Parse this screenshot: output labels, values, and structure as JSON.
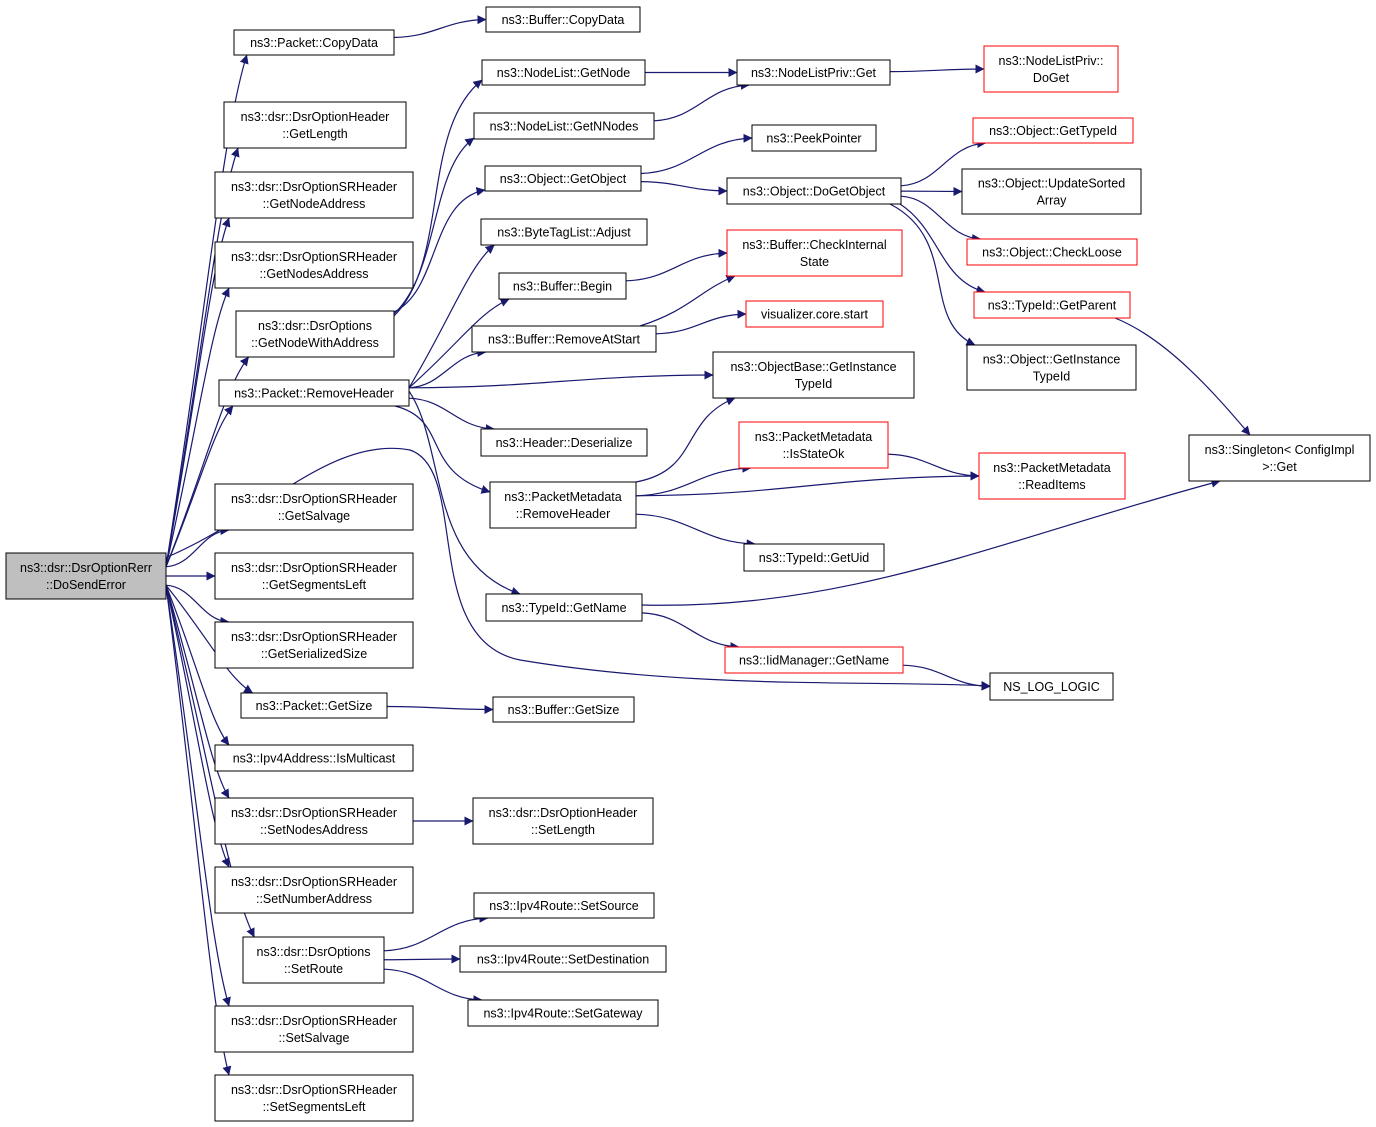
{
  "colors": {
    "edge": "#191970",
    "border_normal": "#000000",
    "border_truncated": "#ff0000",
    "root_fill": "#bfbfbf",
    "node_fill": "#ffffff"
  },
  "nodes": [
    {
      "id": "root",
      "lines": [
        "ns3::dsr::DsrOptionRerr",
        "::DoSendError"
      ],
      "style": "root"
    },
    {
      "id": "packet_copydata",
      "lines": [
        "ns3::Packet::CopyData"
      ],
      "style": "normal"
    },
    {
      "id": "buffer_copydata",
      "lines": [
        "ns3::Buffer::CopyData"
      ],
      "style": "normal"
    },
    {
      "id": "dsroptionheader_getlength",
      "lines": [
        "ns3::dsr::DsrOptionHeader",
        "::GetLength"
      ],
      "style": "normal"
    },
    {
      "id": "srheader_getnodeaddress",
      "lines": [
        "ns3::dsr::DsrOptionSRHeader",
        "::GetNodeAddress"
      ],
      "style": "normal"
    },
    {
      "id": "srheader_getnodesaddress",
      "lines": [
        "ns3::dsr::DsrOptionSRHeader",
        "::GetNodesAddress"
      ],
      "style": "normal"
    },
    {
      "id": "dsroptions_getnodewithaddress",
      "lines": [
        "ns3::dsr::DsrOptions",
        "::GetNodeWithAddress"
      ],
      "style": "normal"
    },
    {
      "id": "packet_removeheader",
      "lines": [
        "ns3::Packet::RemoveHeader"
      ],
      "style": "normal"
    },
    {
      "id": "srheader_getsalvage",
      "lines": [
        "ns3::dsr::DsrOptionSRHeader",
        "::GetSalvage"
      ],
      "style": "normal"
    },
    {
      "id": "srheader_getsegmentsleft",
      "lines": [
        "ns3::dsr::DsrOptionSRHeader",
        "::GetSegmentsLeft"
      ],
      "style": "normal"
    },
    {
      "id": "srheader_getserializedsize",
      "lines": [
        "ns3::dsr::DsrOptionSRHeader",
        "::GetSerializedSize"
      ],
      "style": "normal"
    },
    {
      "id": "packet_getsize",
      "lines": [
        "ns3::Packet::GetSize"
      ],
      "style": "normal"
    },
    {
      "id": "buffer_getsize",
      "lines": [
        "ns3::Buffer::GetSize"
      ],
      "style": "normal"
    },
    {
      "id": "ipv4address_ismulticast",
      "lines": [
        "ns3::Ipv4Address::IsMulticast"
      ],
      "style": "normal"
    },
    {
      "id": "srheader_setnodesaddress",
      "lines": [
        "ns3::dsr::DsrOptionSRHeader",
        "::SetNodesAddress"
      ],
      "style": "normal"
    },
    {
      "id": "dsroptionheader_setlength",
      "lines": [
        "ns3::dsr::DsrOptionHeader",
        "::SetLength"
      ],
      "style": "normal"
    },
    {
      "id": "srheader_setnumberaddress",
      "lines": [
        "ns3::dsr::DsrOptionSRHeader",
        "::SetNumberAddress"
      ],
      "style": "normal"
    },
    {
      "id": "dsroptions_setroute",
      "lines": [
        "ns3::dsr::DsrOptions",
        "::SetRoute"
      ],
      "style": "normal"
    },
    {
      "id": "ipv4route_setsource",
      "lines": [
        "ns3::Ipv4Route::SetSource"
      ],
      "style": "normal"
    },
    {
      "id": "ipv4route_setdestination",
      "lines": [
        "ns3::Ipv4Route::SetDestination"
      ],
      "style": "normal"
    },
    {
      "id": "ipv4route_setgateway",
      "lines": [
        "ns3::Ipv4Route::SetGateway"
      ],
      "style": "normal"
    },
    {
      "id": "srheader_setsalvage",
      "lines": [
        "ns3::dsr::DsrOptionSRHeader",
        "::SetSalvage"
      ],
      "style": "normal"
    },
    {
      "id": "srheader_setsegmentsleft",
      "lines": [
        "ns3::dsr::DsrOptionSRHeader",
        "::SetSegmentsLeft"
      ],
      "style": "normal"
    },
    {
      "id": "nodelist_getnode",
      "lines": [
        "ns3::NodeList::GetNode"
      ],
      "style": "normal"
    },
    {
      "id": "nodelist_getnnodes",
      "lines": [
        "ns3::NodeList::GetNNodes"
      ],
      "style": "normal"
    },
    {
      "id": "nodelistpriv_get",
      "lines": [
        "ns3::NodeListPriv::Get"
      ],
      "style": "normal"
    },
    {
      "id": "nodelistpriv_doget",
      "lines": [
        "ns3::NodeListPriv::",
        "DoGet"
      ],
      "style": "truncated"
    },
    {
      "id": "object_getobject",
      "lines": [
        "ns3::Object::GetObject"
      ],
      "style": "normal"
    },
    {
      "id": "peekpointer",
      "lines": [
        "ns3::PeekPointer"
      ],
      "style": "normal"
    },
    {
      "id": "object_dogetobject",
      "lines": [
        "ns3::Object::DoGetObject"
      ],
      "style": "normal"
    },
    {
      "id": "object_gettypeid",
      "lines": [
        "ns3::Object::GetTypeId"
      ],
      "style": "truncated"
    },
    {
      "id": "object_updatesortedarray",
      "lines": [
        "ns3::Object::UpdateSorted",
        "Array"
      ],
      "style": "normal"
    },
    {
      "id": "object_checkloose",
      "lines": [
        "ns3::Object::CheckLoose"
      ],
      "style": "truncated"
    },
    {
      "id": "typeid_getparent",
      "lines": [
        "ns3::TypeId::GetParent"
      ],
      "style": "truncated"
    },
    {
      "id": "object_getinstancetypeid",
      "lines": [
        "ns3::Object::GetInstance",
        "TypeId"
      ],
      "style": "normal"
    },
    {
      "id": "bytetaglist_adjust",
      "lines": [
        "ns3::ByteTagList::Adjust"
      ],
      "style": "normal"
    },
    {
      "id": "buffer_begin",
      "lines": [
        "ns3::Buffer::Begin"
      ],
      "style": "normal"
    },
    {
      "id": "buffer_checkinternalstate",
      "lines": [
        "ns3::Buffer::CheckInternal",
        "State"
      ],
      "style": "truncated"
    },
    {
      "id": "buffer_removeatstart",
      "lines": [
        "ns3::Buffer::RemoveAtStart"
      ],
      "style": "normal"
    },
    {
      "id": "visualizer_core_start",
      "lines": [
        "visualizer.core.start"
      ],
      "style": "truncated"
    },
    {
      "id": "objectbase_getinstancetypeid",
      "lines": [
        "ns3::ObjectBase::GetInstance",
        "TypeId"
      ],
      "style": "normal"
    },
    {
      "id": "header_deserialize",
      "lines": [
        "ns3::Header::Deserialize"
      ],
      "style": "normal"
    },
    {
      "id": "packetmetadata_isstateok",
      "lines": [
        "ns3::PacketMetadata",
        "::IsStateOk"
      ],
      "style": "truncated"
    },
    {
      "id": "packetmetadata_readitems",
      "lines": [
        "ns3::PacketMetadata",
        "::ReadItems"
      ],
      "style": "truncated"
    },
    {
      "id": "packetmetadata_removeheader",
      "lines": [
        "ns3::PacketMetadata",
        "::RemoveHeader"
      ],
      "style": "normal"
    },
    {
      "id": "typeid_getuid",
      "lines": [
        "ns3::TypeId::GetUid"
      ],
      "style": "normal"
    },
    {
      "id": "singleton_get",
      "lines": [
        "ns3::Singleton< ConfigImpl",
        " >::Get"
      ],
      "style": "normal"
    },
    {
      "id": "typeid_getname",
      "lines": [
        "ns3::TypeId::GetName"
      ],
      "style": "normal"
    },
    {
      "id": "iidmanager_getname",
      "lines": [
        "ns3::IidManager::GetName"
      ],
      "style": "truncated"
    },
    {
      "id": "ns_log_logic",
      "lines": [
        "NS_LOG_LOGIC"
      ],
      "style": "normal"
    }
  ],
  "edges": [
    [
      "root",
      "packet_copydata"
    ],
    [
      "root",
      "dsroptionheader_getlength"
    ],
    [
      "root",
      "srheader_getnodeaddress"
    ],
    [
      "root",
      "srheader_getnodesaddress"
    ],
    [
      "root",
      "dsroptions_getnodewithaddress"
    ],
    [
      "root",
      "packet_removeheader"
    ],
    [
      "root",
      "ns_log_logic"
    ],
    [
      "root",
      "srheader_getsalvage"
    ],
    [
      "root",
      "srheader_getsegmentsleft"
    ],
    [
      "root",
      "srheader_getserializedsize"
    ],
    [
      "root",
      "packet_getsize"
    ],
    [
      "root",
      "ipv4address_ismulticast"
    ],
    [
      "root",
      "srheader_setnodesaddress"
    ],
    [
      "root",
      "srheader_setnumberaddress"
    ],
    [
      "root",
      "dsroptions_setroute"
    ],
    [
      "root",
      "srheader_setsalvage"
    ],
    [
      "root",
      "srheader_setsegmentsleft"
    ],
    [
      "packet_copydata",
      "buffer_copydata"
    ],
    [
      "dsroptions_getnodewithaddress",
      "nodelist_getnode"
    ],
    [
      "dsroptions_getnodewithaddress",
      "nodelist_getnnodes"
    ],
    [
      "dsroptions_getnodewithaddress",
      "object_getobject"
    ],
    [
      "nodelist_getnode",
      "nodelistpriv_get"
    ],
    [
      "nodelist_getnnodes",
      "nodelistpriv_get"
    ],
    [
      "nodelistpriv_get",
      "nodelistpriv_doget"
    ],
    [
      "object_getobject",
      "peekpointer"
    ],
    [
      "object_getobject",
      "object_dogetobject"
    ],
    [
      "object_dogetobject",
      "object_gettypeid"
    ],
    [
      "object_dogetobject",
      "object_updatesortedarray"
    ],
    [
      "object_dogetobject",
      "object_checkloose"
    ],
    [
      "object_dogetobject",
      "typeid_getparent"
    ],
    [
      "object_dogetobject",
      "object_getinstancetypeid"
    ],
    [
      "typeid_getparent",
      "singleton_get"
    ],
    [
      "packet_removeheader",
      "bytetaglist_adjust"
    ],
    [
      "packet_removeheader",
      "buffer_begin"
    ],
    [
      "packet_removeheader",
      "buffer_removeatstart"
    ],
    [
      "packet_removeheader",
      "objectbase_getinstancetypeid"
    ],
    [
      "packet_removeheader",
      "header_deserialize"
    ],
    [
      "packet_removeheader",
      "packetmetadata_removeheader"
    ],
    [
      "packet_removeheader",
      "typeid_getname"
    ],
    [
      "buffer_begin",
      "buffer_checkinternalstate"
    ],
    [
      "buffer_removeatstart",
      "buffer_checkinternalstate"
    ],
    [
      "buffer_removeatstart",
      "visualizer_core_start"
    ],
    [
      "packetmetadata_removeheader",
      "objectbase_getinstancetypeid"
    ],
    [
      "packetmetadata_removeheader",
      "packetmetadata_isstateok"
    ],
    [
      "packetmetadata_removeheader",
      "packetmetadata_readitems"
    ],
    [
      "packetmetadata_removeheader",
      "typeid_getuid"
    ],
    [
      "packetmetadata_isstateok",
      "packetmetadata_readitems"
    ],
    [
      "typeid_getname",
      "singleton_get"
    ],
    [
      "typeid_getname",
      "iidmanager_getname"
    ],
    [
      "iidmanager_getname",
      "ns_log_logic"
    ],
    [
      "packet_getsize",
      "buffer_getsize"
    ],
    [
      "srheader_setnodesaddress",
      "dsroptionheader_setlength"
    ],
    [
      "dsroptions_setroute",
      "ipv4route_setsource"
    ],
    [
      "dsroptions_setroute",
      "ipv4route_setdestination"
    ],
    [
      "dsroptions_setroute",
      "ipv4route_setgateway"
    ]
  ]
}
